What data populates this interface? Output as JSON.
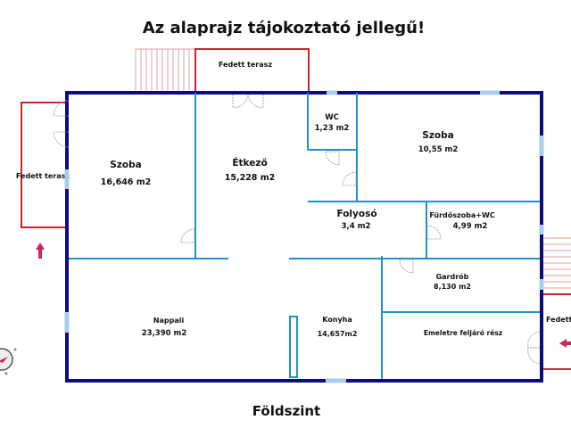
{
  "title": "Az alaprajz tájokoztató jellegű!",
  "floor_label": "Földszint",
  "terraces": {
    "top": "Fedett terasz",
    "left": "Fedett terasz",
    "right": "Fedett terasz"
  },
  "rooms": [
    {
      "name": "Szoba",
      "area": "16,646 m2"
    },
    {
      "name": "Étkező",
      "area": "15,228 m2"
    },
    {
      "name": "WC",
      "area": "1,23 m2"
    },
    {
      "name": "Szoba",
      "area": "10,55 m2"
    },
    {
      "name": "Folyosó",
      "area": "3,4 m2"
    },
    {
      "name": "Fürdőszoba+WC",
      "area": "4,99 m2"
    },
    {
      "name": "Gardrób",
      "area": "8,130 m2"
    },
    {
      "name": "Nappali",
      "area": "23,390 m2"
    },
    {
      "name": "Konyha",
      "area": "14,657m2"
    },
    {
      "name": "Emeletre feljáró rész"
    }
  ],
  "colors": {
    "outer_wall": "#0b0b7d",
    "inner_wall": "#1f92c9",
    "terrace": "#c8262e",
    "window": "#a9cdee",
    "arrow": "#d0245a"
  }
}
